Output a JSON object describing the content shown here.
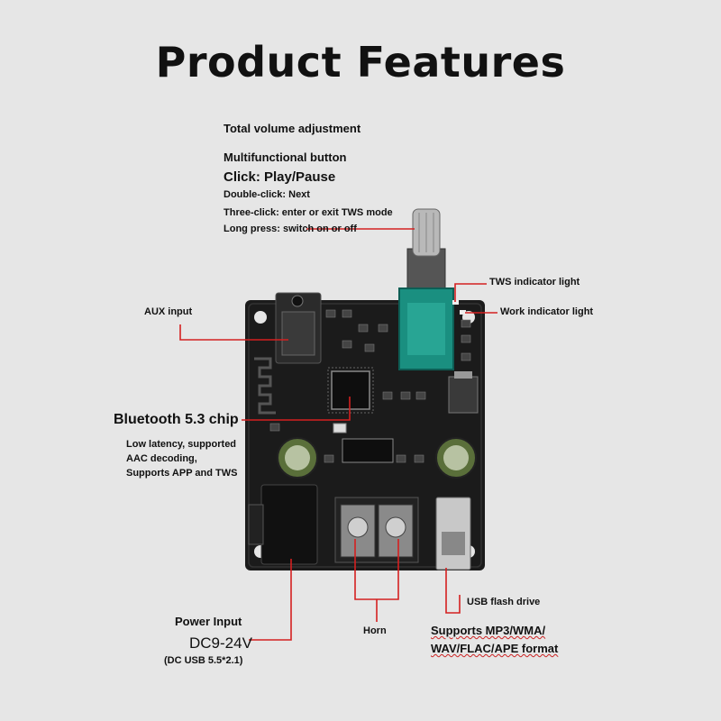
{
  "title": "Product Features",
  "labels": {
    "volume": "Total volume adjustment",
    "multi_button": "Multifunctional button",
    "click": "Click: Play/Pause",
    "double_click": "Double-click: Next",
    "three_click": "Three-click: enter or exit TWS mode",
    "long_press": "Long press: switch on or off",
    "tws_light": "TWS indicator light",
    "work_light": "Work indicator light",
    "aux": "AUX input",
    "bt_chip": "Bluetooth 5.3 chip",
    "bt_desc": [
      "Low latency, supported",
      "AAC decoding,",
      "Supports APP and TWS"
    ],
    "power_input": "Power Input",
    "dc_voltage": "DC9-24V",
    "dc_usb": "(DC USB 5.5*2.1)",
    "horn": "Horn",
    "usb_drive": "USB flash drive",
    "formats": [
      "Supports MP3/WMA/",
      "WAV/FLAC/APE format"
    ]
  },
  "colors": {
    "background": "#e6e6e6",
    "pcb": "#1b1b1b",
    "callout_line": "#d42020",
    "knob_green": "#1a8f80",
    "terminal_gray": "#8a8a8a",
    "usb_silver": "#c8c8c8"
  }
}
